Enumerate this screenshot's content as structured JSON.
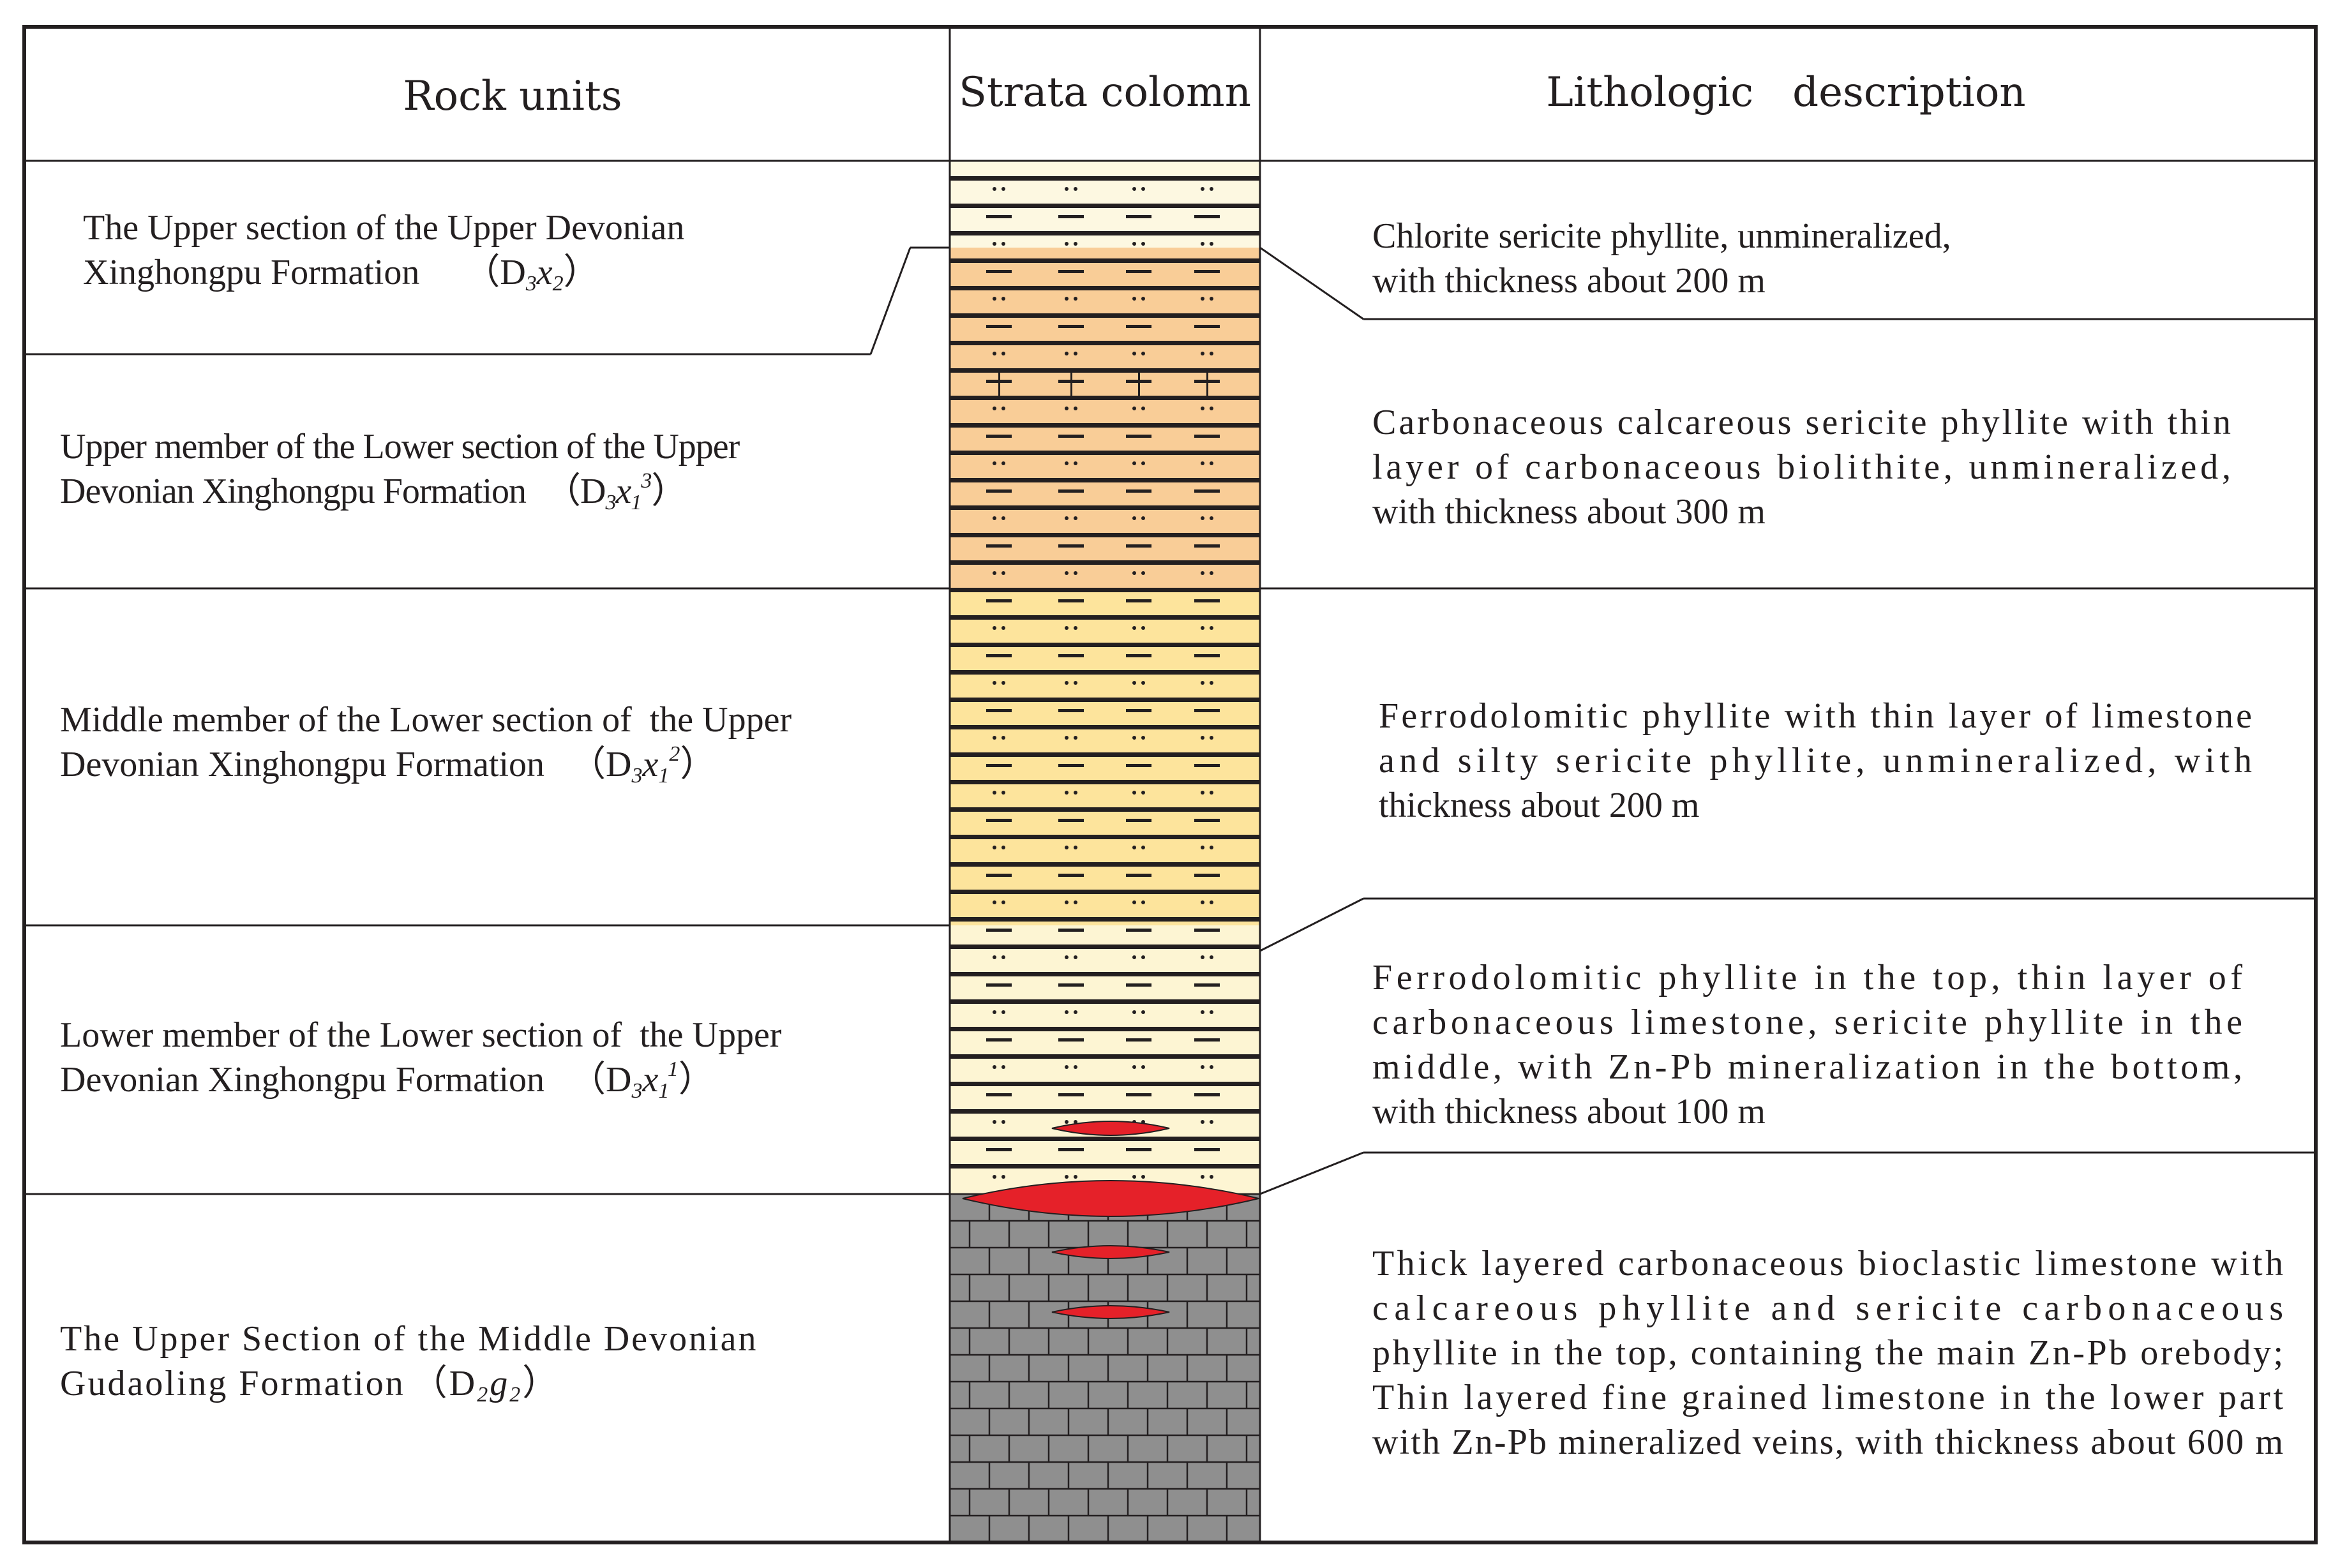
{
  "headers": {
    "rock_units": "Rock units",
    "strata_column": "Strata colomn",
    "lithologic_description": "Lithologic   description"
  },
  "colors": {
    "cream": "#fdf8e1",
    "orange": "#f9cd97",
    "yellow": "#fde49c",
    "pale": "#fdf5d3",
    "limestone": "#8f8f8f",
    "ore": "#e52129",
    "line": "#231f20"
  },
  "units": [
    {
      "id": "D3x2",
      "lines": [
        "The Upper section of the Upper Devonian",
        "Xinghongpu Formation"
      ],
      "symbol": {
        "base": "D",
        "sub1": "3",
        "letter": "x",
        "sub2": "2",
        "sup": ""
      },
      "description": [
        "Chlorite sericite phyllite, unmineralized,",
        "with thickness about 200 m"
      ]
    },
    {
      "id": "D3x1-3",
      "lines": [
        "Upper member of the Lower section of the Upper",
        "Devonian Xinghongpu Formation"
      ],
      "symbol": {
        "base": "D",
        "sub1": "3",
        "letter": "x",
        "sub2": "1",
        "sup": "3"
      },
      "description": [
        "Carbonaceous calcareous sericite phyllite with thin",
        "layer of carbonaceous biolithite, unmineralized,",
        "with thickness about 300 m"
      ]
    },
    {
      "id": "D3x1-2",
      "lines": [
        "Middle member of the Lower section of  the Upper",
        "Devonian Xinghongpu Formation"
      ],
      "symbol": {
        "base": "D",
        "sub1": "3",
        "letter": "x",
        "sub2": "1",
        "sup": "2"
      },
      "description": [
        "Ferrodolomitic phyllite with thin layer of limestone",
        "and silty sericite phyllite, unmineralized, with",
        "thickness about 200 m"
      ]
    },
    {
      "id": "D3x1-1",
      "lines": [
        "Lower member of the Lower section of  the Upper",
        "Devonian Xinghongpu Formation"
      ],
      "symbol": {
        "base": "D",
        "sub1": "3",
        "letter": "x",
        "sub2": "1",
        "sup": "1"
      },
      "description": [
        "Ferrodolomitic phyllite in the top, thin layer of",
        "carbonaceous limestone, sericite phyllite in the",
        "middle, with Zn-Pb mineralization in the bottom,",
        "with thickness about 100 m"
      ]
    },
    {
      "id": "D2g2",
      "lines": [
        "The Upper Section of the Middle Devonian",
        "Gudaoling Formation"
      ],
      "symbol": {
        "base": "D",
        "sub1": "2",
        "letter": "g",
        "sub2": "2",
        "sup": ""
      },
      "description": [
        "Thick layered carbonaceous bioclastic limestone with",
        "calcareous phyllite and sericite carbonaceous",
        "phyllite in the top, containing the main Zn-Pb orebody;",
        "Thin layered fine grained limestone in the lower part",
        "with Zn-Pb mineralized veins, with thickness about 600 m"
      ]
    }
  ]
}
